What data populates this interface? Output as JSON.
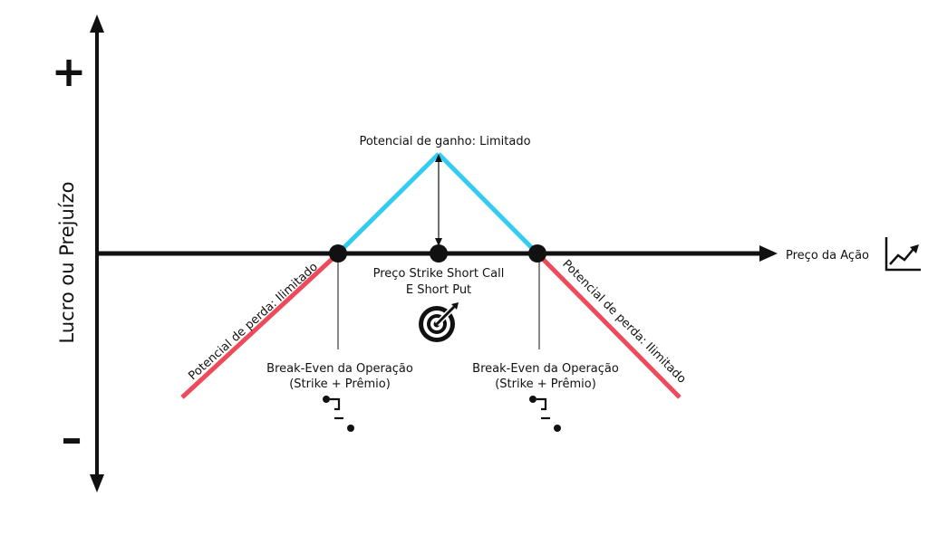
{
  "y_axis": {
    "label": "Lucro ou Prejuízo",
    "plus": "+",
    "minus": "–"
  },
  "x_axis": {
    "label": "Preço da Ação",
    "icon": "line-chart-icon"
  },
  "gain": {
    "label": "Potencial de ganho: Limitado",
    "color": "#33ccf0"
  },
  "loss": {
    "left_label": "Potencial de perda: Ilimitado",
    "right_label": "Potencial de perda: Ilimitado",
    "color": "#ef4a5c"
  },
  "strike": {
    "line1": "Preço Strike Short Call",
    "line2": "E Short Put",
    "icon": "target-icon"
  },
  "breakeven_left": {
    "line1": "Break-Even da Operação",
    "line2": "(Strike + Prêmio)",
    "icon": "step-path-icon"
  },
  "breakeven_right": {
    "line1": "Break-Even da Operação",
    "line2": "(Strike + Prêmio)",
    "icon": "step-path-icon"
  }
}
